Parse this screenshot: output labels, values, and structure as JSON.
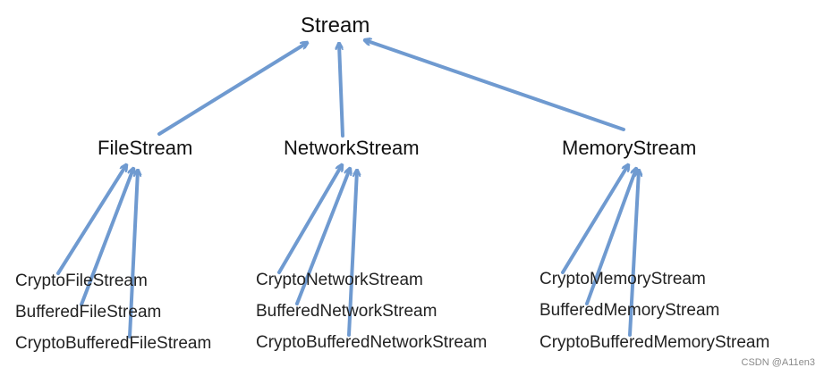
{
  "colors": {
    "arrow": "#6f9ad0",
    "text": "#111111",
    "background": "#ffffff"
  },
  "root": "Stream",
  "branches": [
    {
      "name": "FileStream",
      "leaves": [
        "CryptoFileStream",
        "BufferedFileStream",
        "CryptoBufferedFileStream"
      ]
    },
    {
      "name": "NetworkStream",
      "leaves": [
        "CryptoNetworkStream",
        "BufferedNetworkStream",
        "CryptoBufferedNetworkStream"
      ]
    },
    {
      "name": "MemoryStream",
      "leaves": [
        "CryptoMemoryStream",
        "BufferedMemoryStream",
        "CryptoBufferedMemoryStream"
      ]
    }
  ],
  "watermark": "CSDN @A11en3"
}
